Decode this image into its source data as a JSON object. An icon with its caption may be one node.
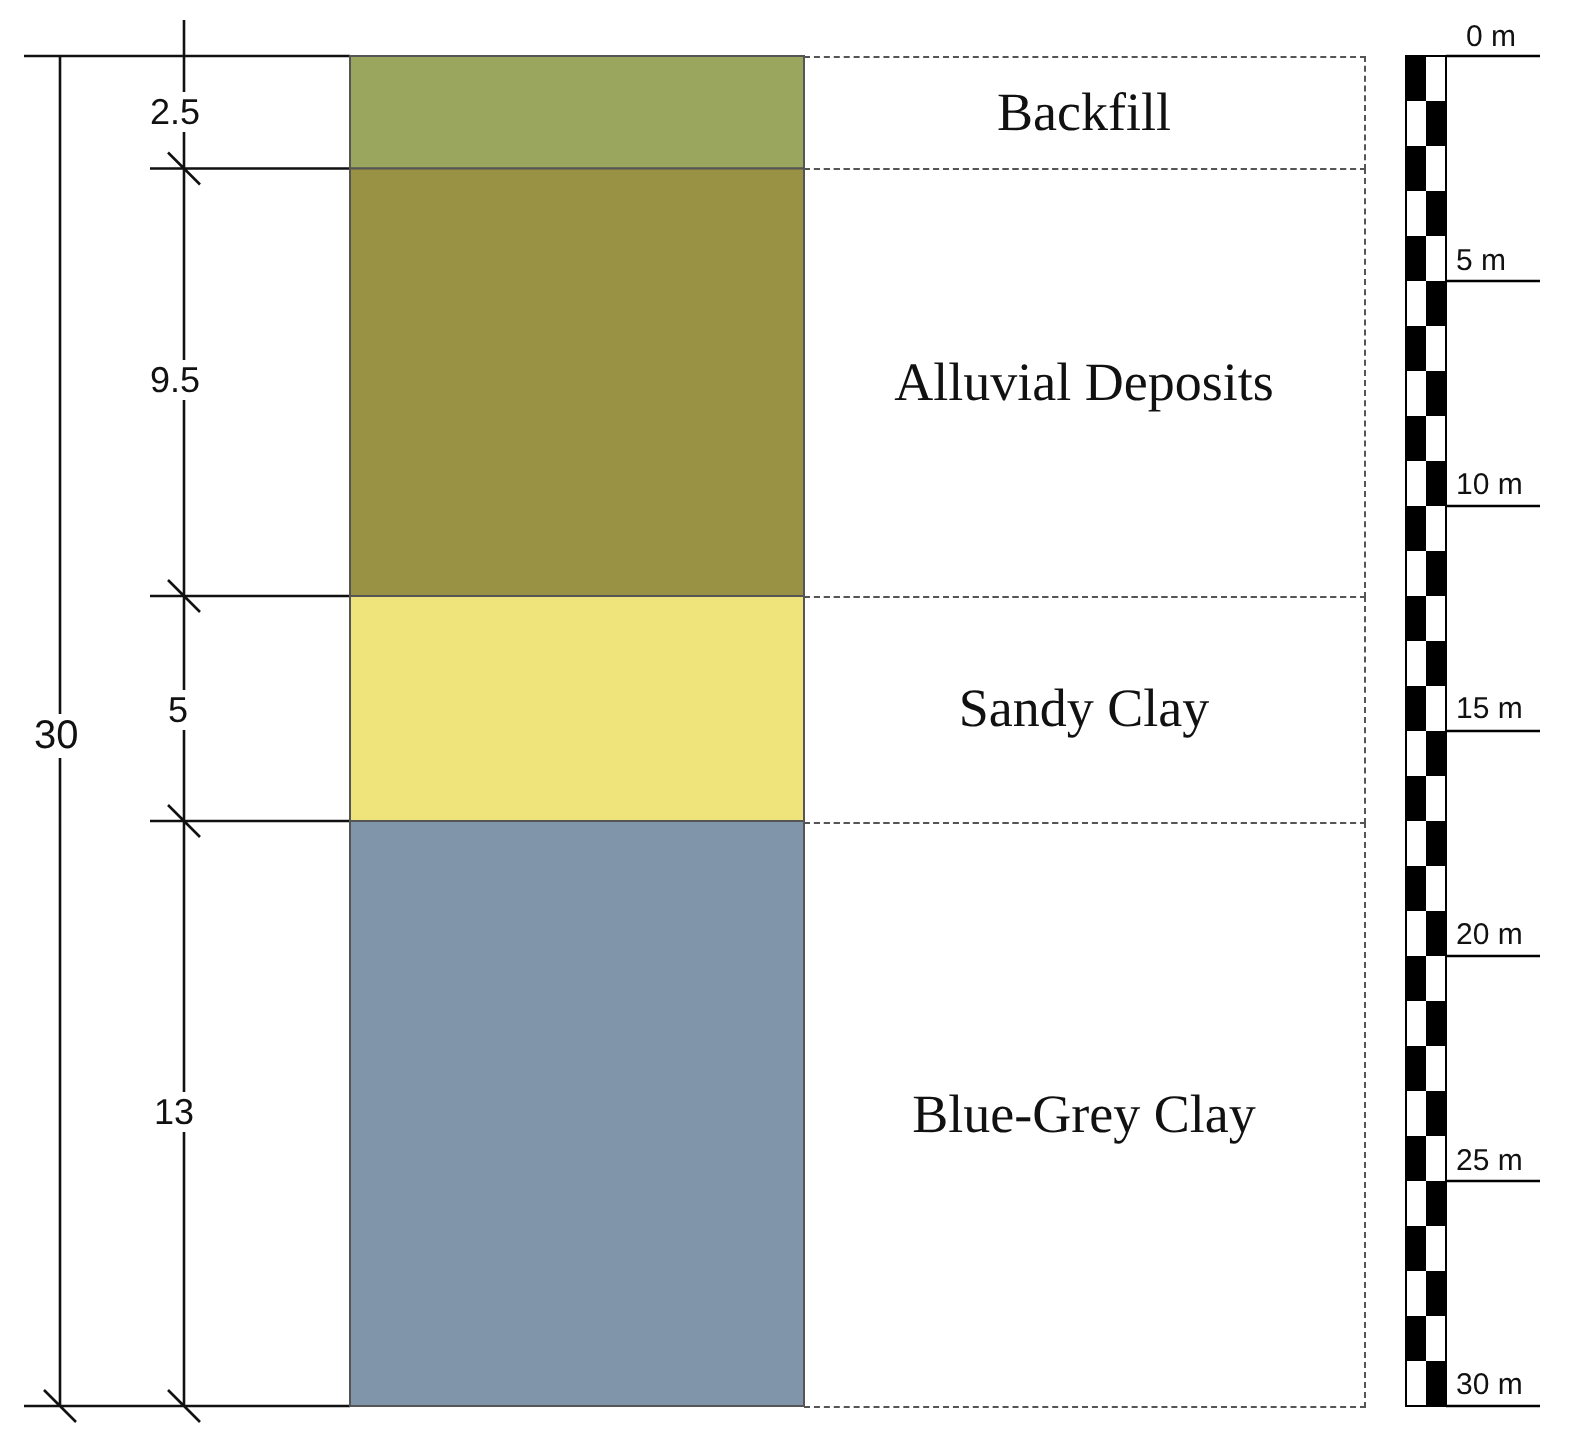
{
  "diagram": {
    "nodes": [
      {
        "text": [
          "Backfill"
        ]
      },
      {
        "text": [
          "Alluvial Deposits"
        ]
      },
      {
        "text": [
          "Sandy Clay"
        ]
      },
      {
        "text": [
          "Blue-Grey Clay"
        ]
      }
    ],
    "labels": [
      "0 m",
      "2.5",
      "5 m",
      "9.5",
      "10 m",
      "30",
      "15 m",
      "5",
      "20 m",
      "13",
      "25 m",
      "30 m"
    ]
  }
}
